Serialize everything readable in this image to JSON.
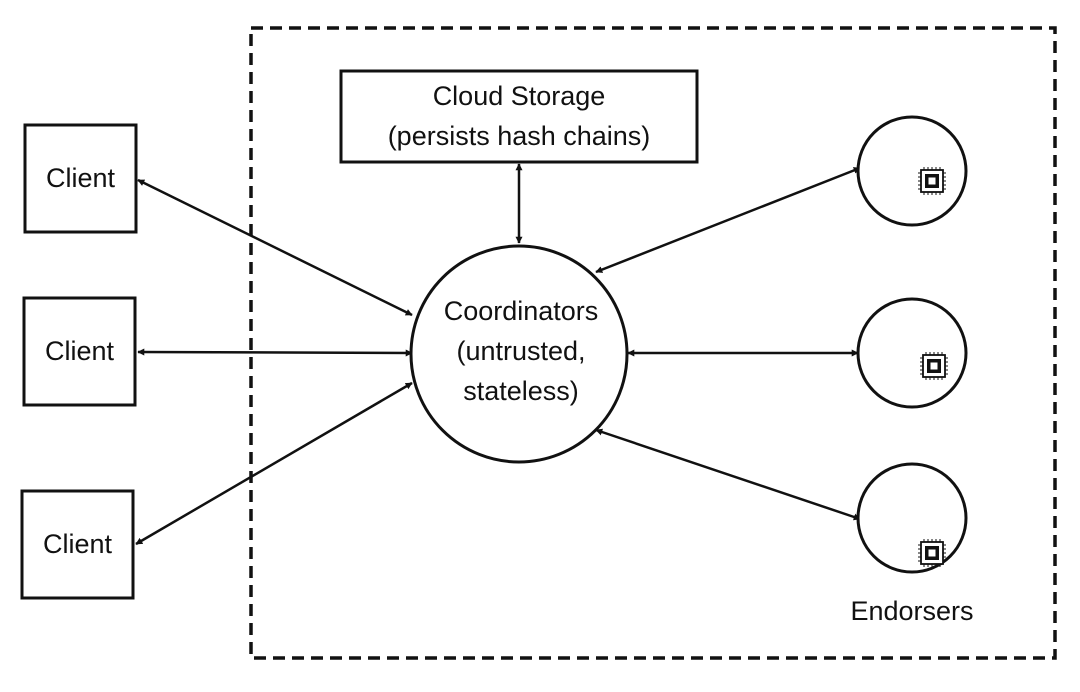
{
  "clients": [
    {
      "label": "Client"
    },
    {
      "label": "Client"
    },
    {
      "label": "Client"
    }
  ],
  "cloud_storage": {
    "line1": "Cloud Storage",
    "line2": "(persists hash chains)"
  },
  "coordinators": {
    "line1": "Coordinators",
    "line2": "(untrusted,",
    "line3": "stateless)"
  },
  "endorsers": {
    "label": "Endorsers",
    "count": 3,
    "icon": "chip-icon"
  },
  "edges": [
    {
      "from": "client-1",
      "to": "coordinators",
      "bidirectional": true
    },
    {
      "from": "client-2",
      "to": "coordinators",
      "bidirectional": true
    },
    {
      "from": "client-3",
      "to": "coordinators",
      "bidirectional": true
    },
    {
      "from": "coordinators",
      "to": "cloud-storage",
      "bidirectional": true
    },
    {
      "from": "coordinators",
      "to": "endorser-1",
      "bidirectional": true
    },
    {
      "from": "coordinators",
      "to": "endorser-2",
      "bidirectional": true
    },
    {
      "from": "coordinators",
      "to": "endorser-3",
      "bidirectional": true
    }
  ],
  "colors": {
    "line": "#111111",
    "background": "#ffffff"
  }
}
